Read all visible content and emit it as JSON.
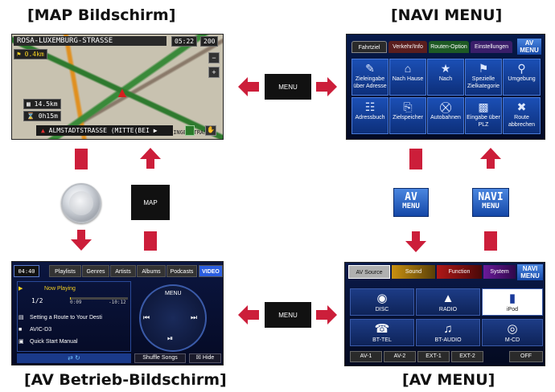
{
  "captions": {
    "map": "[MAP Bildschirm]",
    "navi_menu": "[NAVI MENU]",
    "av_operation": "[AV Betrieb-Bildschirm]",
    "av_menu": "[AV MENU]"
  },
  "buttons": {
    "menu_top": "MENU",
    "menu_bottom": "MENU",
    "map": "MAP",
    "av_menu_line1": "AV",
    "av_menu_line2": "MENU",
    "navi_menu_line1": "NAVI",
    "navi_menu_line2": "MENU"
  },
  "map_screen": {
    "street": "ROSA-LUXEMBURG-STRASSE",
    "time": "05:22",
    "scale": "200",
    "distance_next": "0.4km",
    "distance_total": "14.5km",
    "time_total": "0h15m",
    "next_street": "ALMSTADTSTRASSE (MITTE(BEI",
    "map_label": "SINGERSTRAS"
  },
  "navi_screen": {
    "tabs": [
      "Fahrtziel",
      "Verkehr/Info",
      "Routen-Option",
      "Einstellungen"
    ],
    "av_line1": "AV",
    "av_line2": "MENU",
    "items_row1": [
      {
        "label": "Zieleingabe über Adresse",
        "icon": "map-pen-icon"
      },
      {
        "label": "Nach Hause",
        "icon": "house-icon"
      },
      {
        "label": "Nach",
        "icon": "star-icon"
      },
      {
        "label": "Spezielle Zielkategorie",
        "icon": "poi-icon"
      },
      {
        "label": "Umgebung",
        "icon": "nearby-icon"
      }
    ],
    "items_row2": [
      {
        "label": "Adressbuch",
        "icon": "book-icon"
      },
      {
        "label": "Zielspeicher",
        "icon": "memory-icon"
      },
      {
        "label": "Autobahnen",
        "icon": "highway-icon"
      },
      {
        "label": "Eingabe über PLZ",
        "icon": "postcode-icon"
      },
      {
        "label": "Route abbrechen",
        "icon": "cancel-route-icon"
      }
    ]
  },
  "av_operation": {
    "clock": "04:40",
    "tabs": [
      "Playlists",
      "Genres",
      "Artists",
      "Albums",
      "Podcasts"
    ],
    "video_tab": "VIDEO",
    "now_playing": "Now Playing",
    "track_counter": "1/2",
    "elapsed": "0:09",
    "remaining": "-10:12",
    "rows": [
      "Setting a Route to Your Desti",
      "AVIC-D3",
      "Quick Start Manual"
    ],
    "wheel_menu": "MENU",
    "shuffle": "Shuffle Songs",
    "hide": "Hide"
  },
  "av_menu": {
    "tabs": [
      "AV Source",
      "Sound",
      "Function",
      "System"
    ],
    "navi_line1": "NAVI",
    "navi_line2": "MENU",
    "sources_row1": [
      "DISC",
      "RADIO",
      "iPod"
    ],
    "sources_row2": [
      "BT-TEL",
      "BT-AUDIO",
      "M-CD"
    ],
    "bottom": [
      "AV-1",
      "AV-2",
      "EXT-1",
      "EXT-2"
    ],
    "off": "OFF"
  },
  "colors": {
    "arrow": "#cc1e3a",
    "screen_bg": "#0a0d22",
    "button_blue": "#1e56c0",
    "ipod_highlight": "#ffffff"
  }
}
